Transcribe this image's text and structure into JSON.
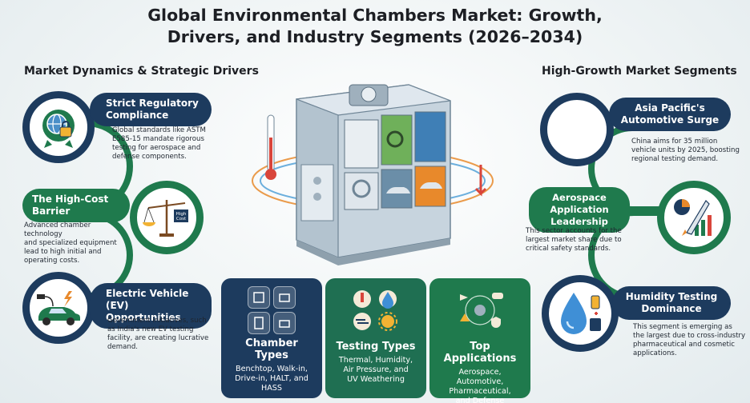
{
  "title": {
    "line1": "Global Environmental Chambers Market: Growth,",
    "line2": "Drivers, and Industry Segments (2026–2034)"
  },
  "left_section": {
    "heading": "Market Dynamics & Strategic Drivers",
    "items": [
      {
        "title_line1": "Strict Regulatory",
        "title_line2": "Compliance",
        "desc_lines": [
          "Global standards like ASTM",
          "E585-15 mandate rigorous",
          "testing for aerospace and",
          "defense components."
        ]
      },
      {
        "title_line1": "The High-Cost",
        "title_line2": "Barrier",
        "badge_line1": "High",
        "badge_line2": "Cost",
        "desc_lines": [
          "Advanced chamber technology",
          "and specialized equipment",
          "lead to high initial and",
          "operating costs."
        ]
      },
      {
        "title_line1": "Electric Vehicle (EV)",
        "title_line2": "Opportunities",
        "desc_lines": [
          "Government initiatives, such",
          "as India's new EV testing",
          "facility, are creating lucrative",
          "demand."
        ]
      }
    ]
  },
  "right_section": {
    "heading": "High-Growth Market Segments",
    "items": [
      {
        "title_line1": "Asia Pacific's",
        "title_line2": "Automotive Surge",
        "desc_lines": [
          "China aims for 35 million",
          "vehicle units by 2025, boosting",
          "regional testing demand."
        ]
      },
      {
        "title_line1": "Aerospace",
        "title_line2": "Application",
        "title_line3": "Leadership",
        "desc_lines": [
          "This sector accounts for the",
          "largest market share due to",
          "critical safety standards."
        ]
      },
      {
        "title_line1": "Humidity Testing",
        "title_line2": "Dominance",
        "desc_lines": [
          "This segment is emerging as",
          "the largest due to cross-industry",
          "pharmaceutical and cosmetic",
          "applications."
        ]
      }
    ]
  },
  "cards": [
    {
      "title": "Chamber Types",
      "desc_lines": [
        "Benchtop, Walk-in,",
        "Drive-in, HALT, and",
        "HASS"
      ],
      "color": "#1d3b5e"
    },
    {
      "title": "Testing Types",
      "desc_lines": [
        "Thermal, Humidity,",
        "Air Pressure, and",
        "UV Weathering"
      ],
      "color": "#1f6f52"
    },
    {
      "title": "Top Applications",
      "desc_lines": [
        "Aerospace, Automotive,",
        "Pharmaceutical,",
        "and Defense"
      ],
      "color": "#1f7a4d"
    }
  ],
  "colors": {
    "navy": "#1d3b5e",
    "green": "#1f7a4d",
    "accent_orange": "#e8892b"
  }
}
